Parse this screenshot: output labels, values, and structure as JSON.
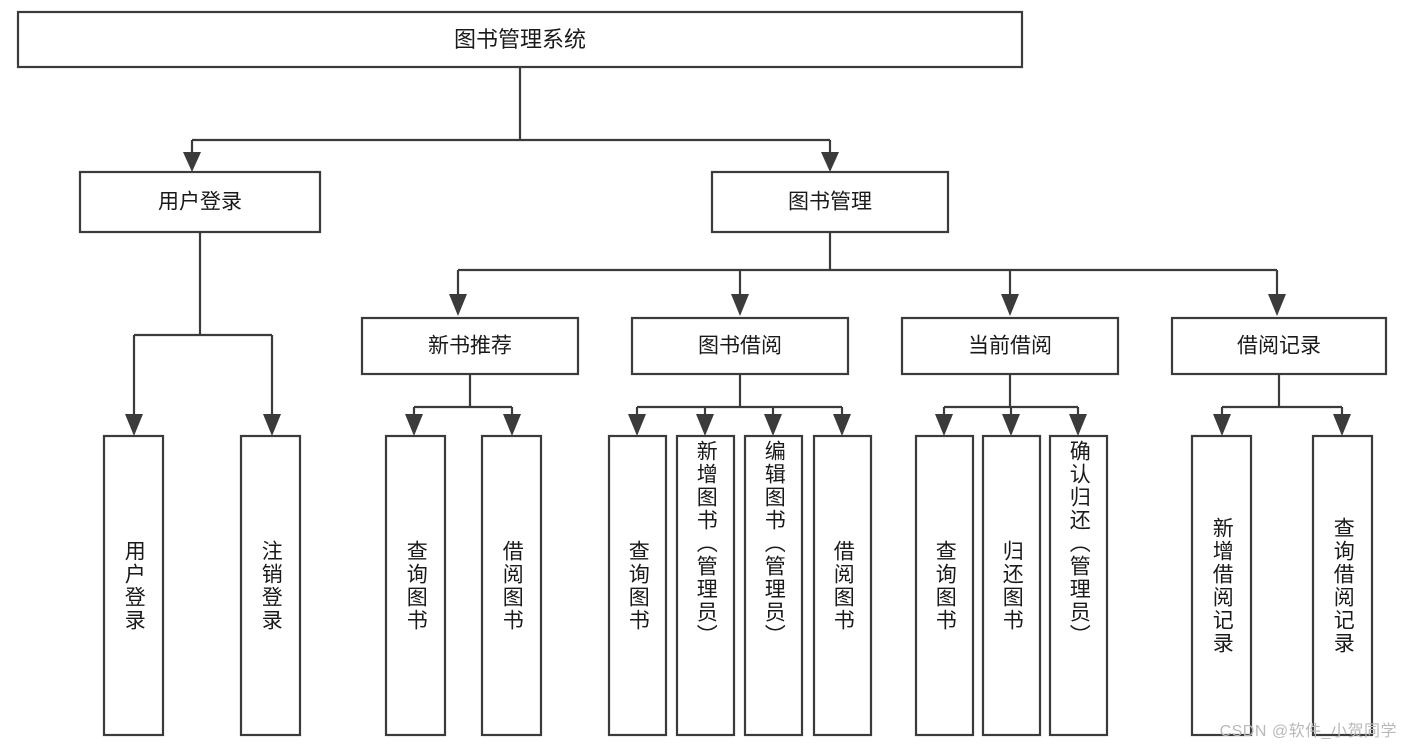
{
  "diagram": {
    "title": "图书管理系统",
    "type": "tree",
    "watermark": "CSDN @软件_小贺同学",
    "colors": {
      "box_stroke": "#3b3b3b",
      "box_fill": "#ffffff",
      "text": "#1a1a1a",
      "background": "#ffffff",
      "watermark": "#b9b9b9"
    },
    "nodes": {
      "root": {
        "label": "图书管理系统"
      },
      "level2": [
        {
          "label": "用户登录"
        },
        {
          "label": "图书管理"
        }
      ],
      "level3": [
        {
          "label": "新书推荐"
        },
        {
          "label": "图书借阅"
        },
        {
          "label": "当前借阅"
        },
        {
          "label": "借阅记录"
        }
      ],
      "leaves": {
        "user_login": [
          {
            "label": "用户登录"
          },
          {
            "label": "注销登录"
          }
        ],
        "new_book_recommend": [
          {
            "label": "查询图书"
          },
          {
            "label": "借阅图书"
          }
        ],
        "book_borrow": [
          {
            "label": "查询图书"
          },
          {
            "label": "新增图书（管理员）"
          },
          {
            "label": "编辑图书（管理员）"
          },
          {
            "label": "借阅图书"
          }
        ],
        "current_borrow": [
          {
            "label": "查询图书"
          },
          {
            "label": "归还图书"
          },
          {
            "label": "确认归还（管理员）"
          }
        ],
        "borrow_record": [
          {
            "label": "新增借阅记录"
          },
          {
            "label": "查询借阅记录"
          }
        ]
      }
    }
  }
}
